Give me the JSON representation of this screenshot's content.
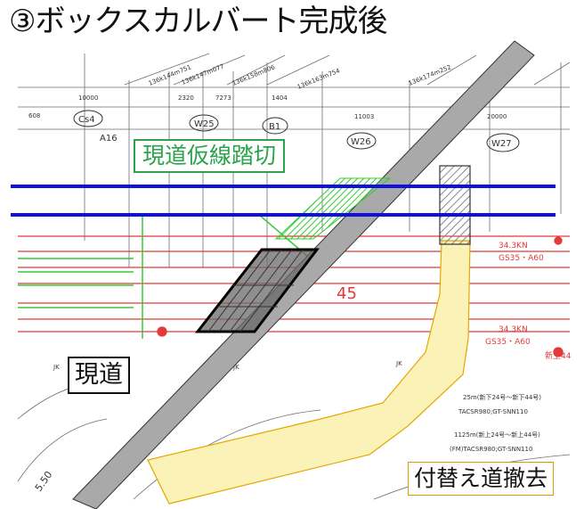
{
  "title": "③ボックスカルバート完成後",
  "labels": {
    "existing_road": "現道",
    "temp_crossing": "現道仮線踏切",
    "detour_removal": "付替え道撤去"
  },
  "drawing_text": {
    "stations": [
      "136k144m751",
      "136k147m077",
      "136k158m806",
      "136k163m754",
      "136k174m252"
    ],
    "dimensions": [
      "10000",
      "2320",
      "7273",
      "1404",
      "11003",
      "20000",
      "608"
    ],
    "structures": [
      "Cs4",
      "W25",
      "B1",
      "W26",
      "W27",
      "A16"
    ],
    "track_number": "45",
    "cable_notes": [
      "25m(新下24号〜新下44号)",
      "TACSR980;GT-SNN110",
      "1125m(新上24号〜新上44号)",
      "(FM)TACSR980;GT-SNN110"
    ],
    "equipment": [
      "34.3KN",
      "GS35・A60",
      "34.3KN",
      "GS35・A60",
      "新上44"
    ],
    "markers": [
      "JK",
      "JK",
      "JK"
    ],
    "corner_text": "5.50"
  },
  "colors": {
    "road": "#a9a9a9",
    "rail": "#1010dd",
    "crossing": "#33cc33",
    "detour": "#fbf2b8",
    "detour_border": "#e2a800",
    "red_lines": "#e23a3a",
    "green_lines": "#39c939"
  }
}
